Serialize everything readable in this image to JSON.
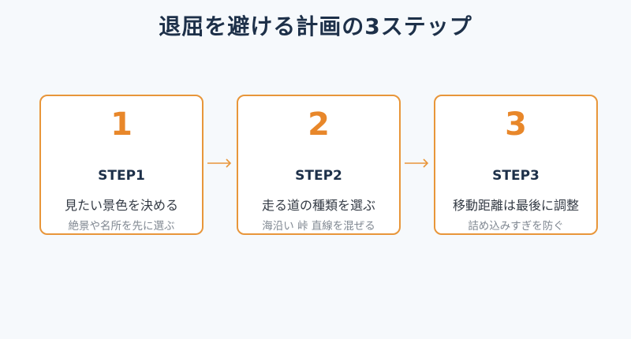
{
  "title": "退屈を避ける計画の3ステップ",
  "colors": {
    "accent": "#e8872a",
    "border": "#e8963a",
    "title": "#1d3049",
    "background": "#f6f9fc"
  },
  "steps": [
    {
      "number": "1",
      "label": "STEP1",
      "text": "見たい景色を決める",
      "subtext": "絶景や名所を先に選ぶ"
    },
    {
      "number": "2",
      "label": "STEP2",
      "text": "走る道の種類を選ぶ",
      "subtext": "海沿い 峠 直線を混ぜる"
    },
    {
      "number": "3",
      "label": "STEP3",
      "text": "移動距離は最後に調整",
      "subtext": "詰め込みすぎを防ぐ"
    }
  ]
}
